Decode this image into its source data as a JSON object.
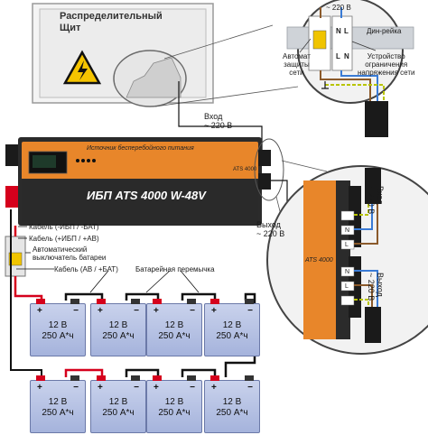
{
  "panel": {
    "title_line1": "Распределительный",
    "title_line2": "Щит"
  },
  "inset_top": {
    "voltage": "~ 220 В",
    "n_label": "N",
    "l_label": "L",
    "din_label": "Дин-рейка",
    "breaker_label_1": "Автомат",
    "breaker_label_2": "защиты",
    "breaker_label_3": "сети",
    "limiter_label_1": "Устройство",
    "limiter_label_2": "ограничения",
    "limiter_label_3": "напряжения сети"
  },
  "input_label": {
    "line1": "Вход",
    "line2": "~ 220 В"
  },
  "output_label": {
    "line1": "Выход",
    "line2": "~ 220 В"
  },
  "ups": {
    "front_text": "Источник бесперебойного питания",
    "model_small": "ATS 4000",
    "model": "ИБП ATS 4000 W-48V"
  },
  "inset_right": {
    "in_line1": "Вход",
    "in_line2": "~ 220 В",
    "out_line1": "Выход",
    "out_line2": "~ 220 В",
    "n_top": "N",
    "l_top": "L",
    "n_bottom": "N",
    "l_bottom": "L",
    "model_small": "ATS 4000"
  },
  "cables": {
    "neg": "Кабель (-ИБП / -БАТ)",
    "pos": "Кабель (+ИБП / +АВ)",
    "switch_line1": "Автоматический",
    "switch_line2": "выключатель батареи",
    "ab_bat": "Кабель  (АВ / +БАТ)",
    "jumper": "Батарейная перемычка"
  },
  "batteries": {
    "voltage": "12 В",
    "capacity": "250 А*ч",
    "plus": "+",
    "minus": "−"
  },
  "colors": {
    "ups_orange": "#e8862a",
    "ups_dark": "#2b2b2b",
    "battery_blue": "#b8c4e6",
    "wire_red": "#d5001c",
    "wire_black": "#111111",
    "wire_blue": "#3a7bd5",
    "wire_brown": "#8b5a2b",
    "wire_yellowgreen": "#b8c400"
  }
}
